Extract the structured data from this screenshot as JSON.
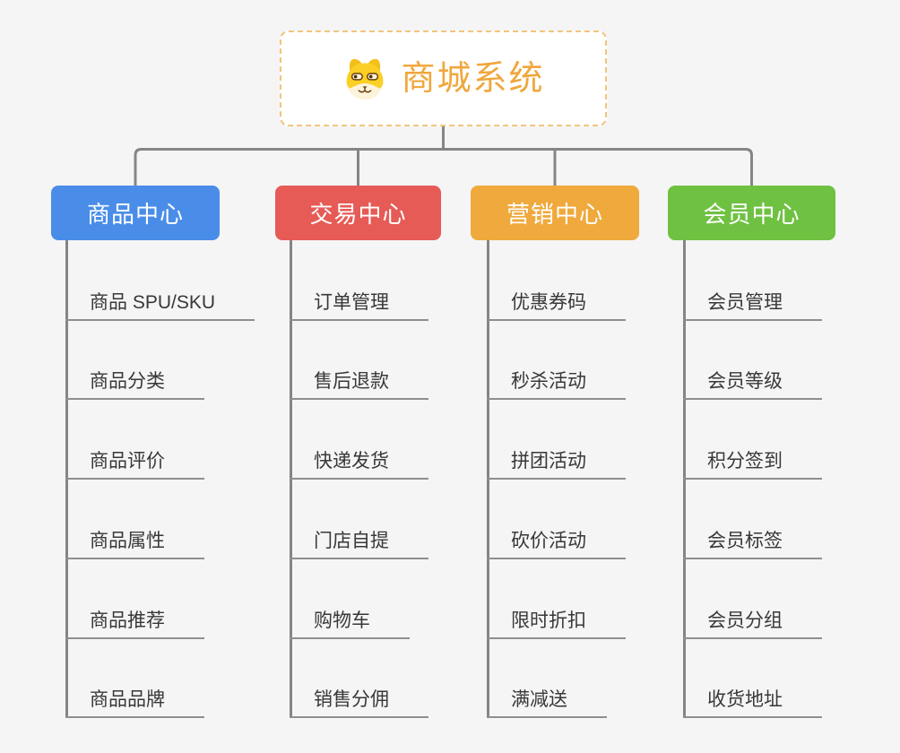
{
  "app": {
    "background_color": "#f5f5f5",
    "connector_color": "#858585",
    "leaf_text_color": "#383838",
    "leaf_line_color": "#8f8f8f"
  },
  "root": {
    "title": "商城系统",
    "title_color": "#f0a73c",
    "border_color": "#f2c57c",
    "icon": "doge-icon"
  },
  "branches": [
    {
      "id": "product-center",
      "label": "商品中心",
      "color": "#4a8de8",
      "children": [
        "商品 SPU/SKU",
        "商品分类",
        "商品评价",
        "商品属性",
        "商品推荐",
        "商品品牌"
      ]
    },
    {
      "id": "trade-center",
      "label": "交易中心",
      "color": "#e65b56",
      "children": [
        "订单管理",
        "售后退款",
        "快递发货",
        "门店自提",
        "购物车",
        "销售分佣"
      ]
    },
    {
      "id": "marketing-center",
      "label": "营销中心",
      "color": "#efa93c",
      "children": [
        "优惠券码",
        "秒杀活动",
        "拼团活动",
        "砍价活动",
        "限时折扣",
        "满减送"
      ]
    },
    {
      "id": "member-center",
      "label": "会员中心",
      "color": "#6fc142",
      "children": [
        "会员管理",
        "会员等级",
        "积分签到",
        "会员标签",
        "会员分组",
        "收货地址"
      ]
    }
  ]
}
